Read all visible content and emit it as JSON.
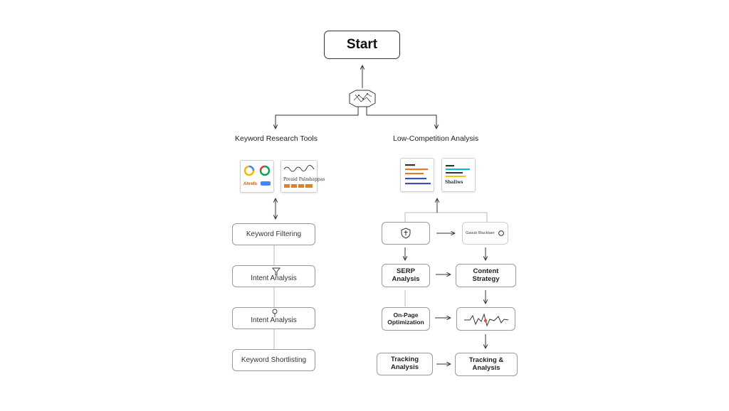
{
  "start": {
    "label": "Start"
  },
  "headings": {
    "left": "Keyword Research Tools",
    "right": "Low-Competition Analysis"
  },
  "tool_thumbs": {
    "ahrefs_text": "Ahrefs",
    "scribble_text": "Preaid Palmhappas"
  },
  "analysis_thumbs": {
    "scribble_text": "Sbaliws"
  },
  "left_steps": [
    {
      "label": "Keyword Filtering"
    },
    {
      "label": "Intent Analysis"
    },
    {
      "label": "Intent Analysis"
    },
    {
      "label": "Keyword Shortlisting"
    }
  ],
  "right_steps": {
    "col1": [
      "",
      "SERP\nAnalysis",
      "On-Page\nOptimization",
      "Tracking\nAnalysis"
    ],
    "col2": [
      "Gasub Blacktaer",
      "Content\nStrategy",
      "",
      "Tracking &\nAnalysis"
    ]
  },
  "icons": [
    "hub-icon",
    "shield-icon",
    "funnel-icon",
    "pin-icon",
    "wave-chart-icon",
    "circle-icon",
    "google-logo-icon"
  ]
}
